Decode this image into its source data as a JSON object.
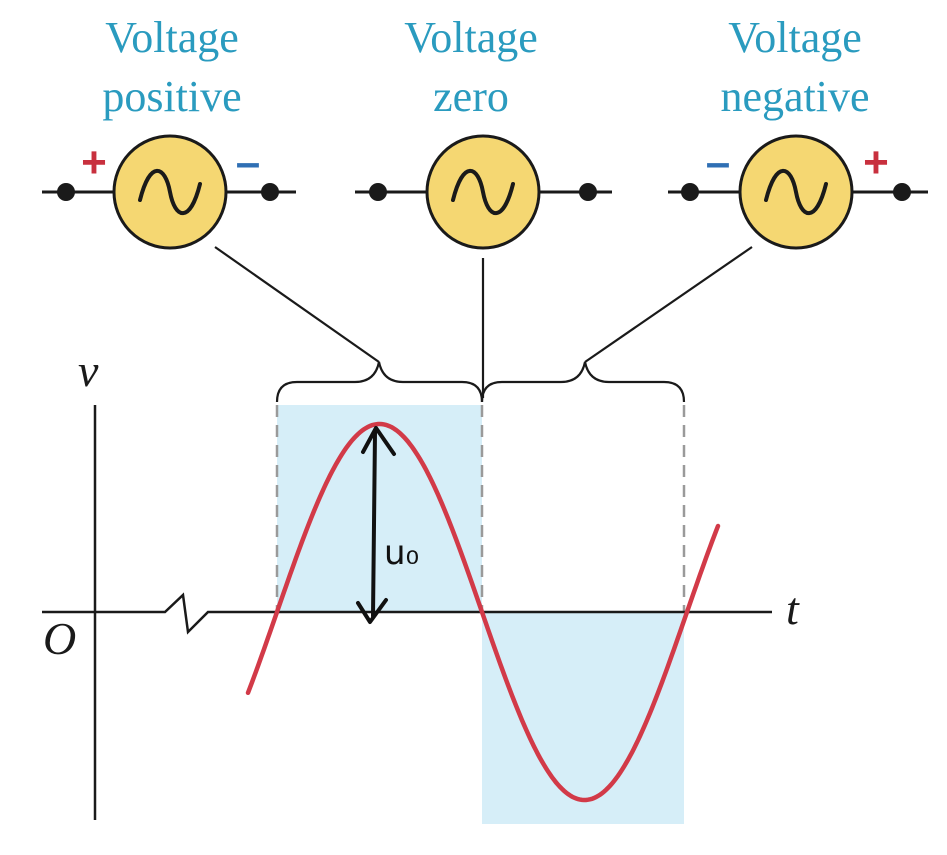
{
  "colors": {
    "caption": "#2a9bbf",
    "source_fill": "#f5d772",
    "shade": "#d6eef8",
    "wave": "#d23a48",
    "plus": "#c8303e",
    "minus": "#2f6fb4",
    "ink": "#111111"
  },
  "sources": [
    {
      "caption_line1": "Voltage",
      "caption_line2": "positive",
      "left_sign": "+",
      "right_sign": "–",
      "icon": "ac-source-icon"
    },
    {
      "caption_line1": "Voltage",
      "caption_line2": "zero",
      "left_sign": "",
      "right_sign": "",
      "icon": "ac-source-icon"
    },
    {
      "caption_line1": "Voltage",
      "caption_line2": "negative",
      "left_sign": "–",
      "right_sign": "+",
      "icon": "ac-source-icon"
    }
  ],
  "graph": {
    "y_axis_label": "v",
    "x_axis_label": "t",
    "origin_label": "O",
    "amplitude_label": "u₀"
  }
}
